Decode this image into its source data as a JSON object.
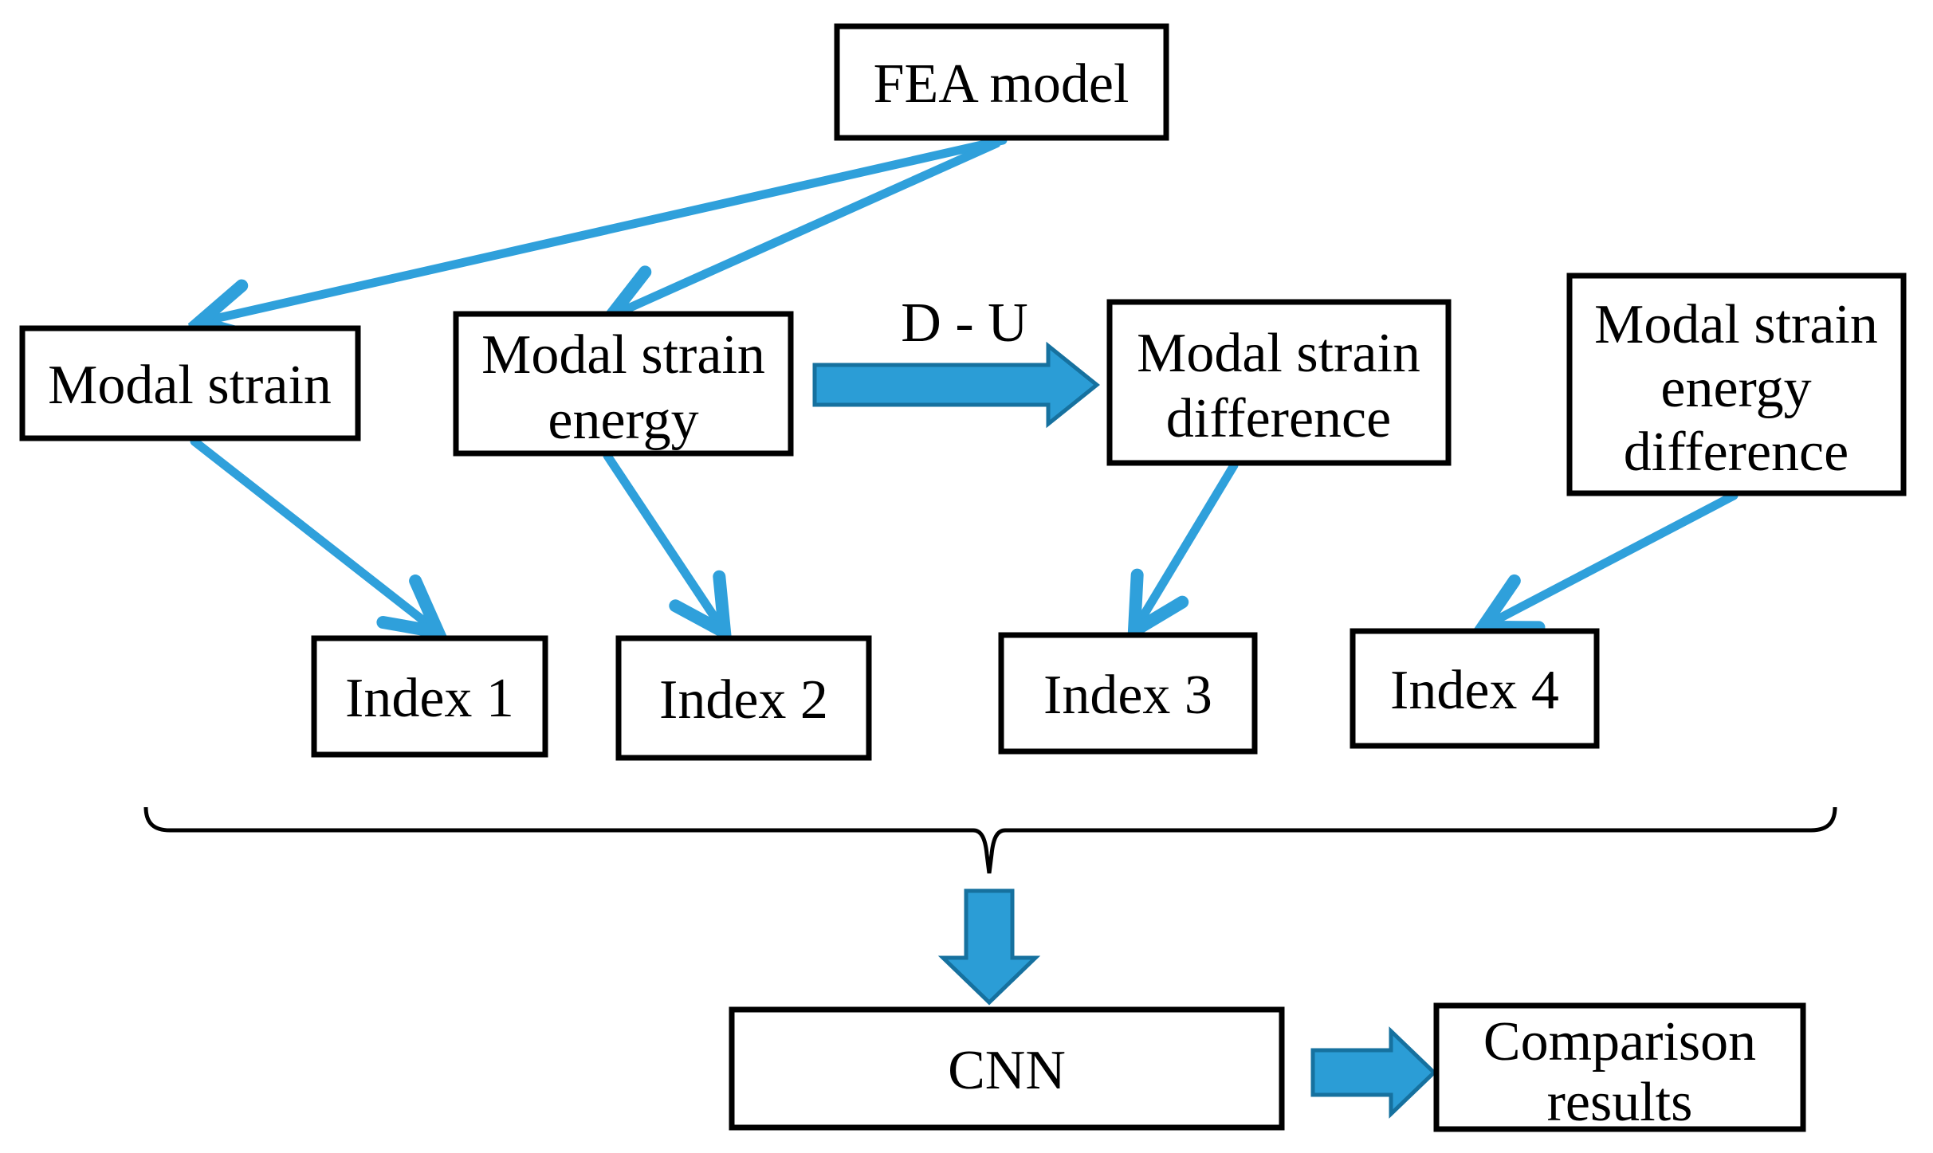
{
  "nodes": {
    "fea_model": {
      "label": "FEA model"
    },
    "modal_strain": {
      "label": "Modal strain"
    },
    "modal_strain_energy": {
      "lines": [
        "Modal strain",
        "energy"
      ]
    },
    "modal_strain_difference": {
      "lines": [
        "Modal strain",
        "difference"
      ]
    },
    "modal_strain_energy_difference": {
      "lines": [
        "Modal strain",
        "energy",
        "difference"
      ]
    },
    "index_1": {
      "label": "Index 1"
    },
    "index_2": {
      "label": "Index 2"
    },
    "index_3": {
      "label": "Index 3"
    },
    "index_4": {
      "label": "Index 4"
    },
    "cnn": {
      "label": "CNN"
    },
    "comparison_results": {
      "lines": [
        "Comparison",
        "results"
      ]
    }
  },
  "edge_labels": {
    "d_minus_u": "D - U"
  },
  "colors": {
    "connector_blue": "#2FA0DB",
    "block_arrow_fill": "#2B9DD6",
    "block_arrow_border": "#16719F",
    "box_border": "#000000",
    "text": "#000000",
    "background": "#FFFFFF"
  }
}
